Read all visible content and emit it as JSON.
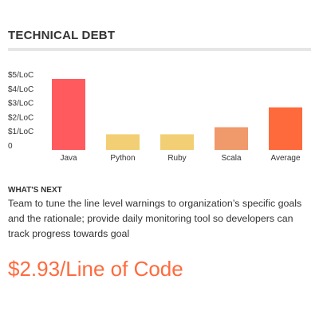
{
  "header": {
    "title": "TECHNICAL DEBT"
  },
  "chart_data": {
    "type": "bar",
    "categories": [
      "Java",
      "Python",
      "Ruby",
      "Scala",
      "Average"
    ],
    "values": [
      5.0,
      1.1,
      1.1,
      1.6,
      3.0
    ],
    "colors": [
      "#ff5b5f",
      "#f2cf74",
      "#f2cf74",
      "#f0996a",
      "#ff6a3d"
    ],
    "y_ticks": [
      {
        "value": 0,
        "label": "0"
      },
      {
        "value": 1,
        "label": "$1/LoC"
      },
      {
        "value": 2,
        "label": "$2/LoC"
      },
      {
        "value": 3,
        "label": "$3/LoC"
      },
      {
        "value": 4,
        "label": "$4/LoC"
      },
      {
        "value": 5,
        "label": "$5/LoC"
      }
    ],
    "ylim": [
      0,
      5
    ],
    "grid": false,
    "legend": "none"
  },
  "next": {
    "heading": "WHAT'S NEXT",
    "body": "Team to tune the line level warnings to organization’s specific goals and the rationale; provide daily monitoring tool so developers can track progress towards goal"
  },
  "metric": {
    "value": "$2.93/Line of Code"
  },
  "colors": {
    "accent": "#ff6a3d",
    "text": "#333333",
    "rule": "#e6e6e6"
  }
}
